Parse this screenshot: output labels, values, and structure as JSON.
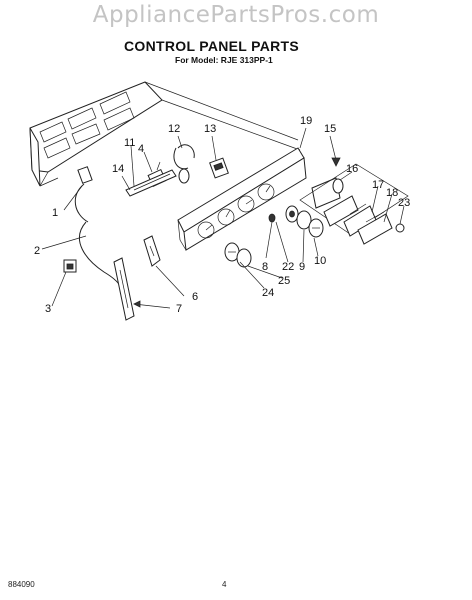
{
  "header": {
    "watermark": "AppliancePartsPros.com",
    "title": "CONTROL PANEL PARTS",
    "subtitle": "For Model: RJE 313PP-1"
  },
  "footer": {
    "code": "884090",
    "page_number": "4"
  },
  "callouts": [
    "1",
    "2",
    "3",
    "4",
    "6",
    "7",
    "8",
    "9",
    "10",
    "11",
    "12",
    "13",
    "14",
    "15",
    "16",
    "17",
    "18",
    "19",
    "22",
    "23",
    "24",
    "25"
  ]
}
